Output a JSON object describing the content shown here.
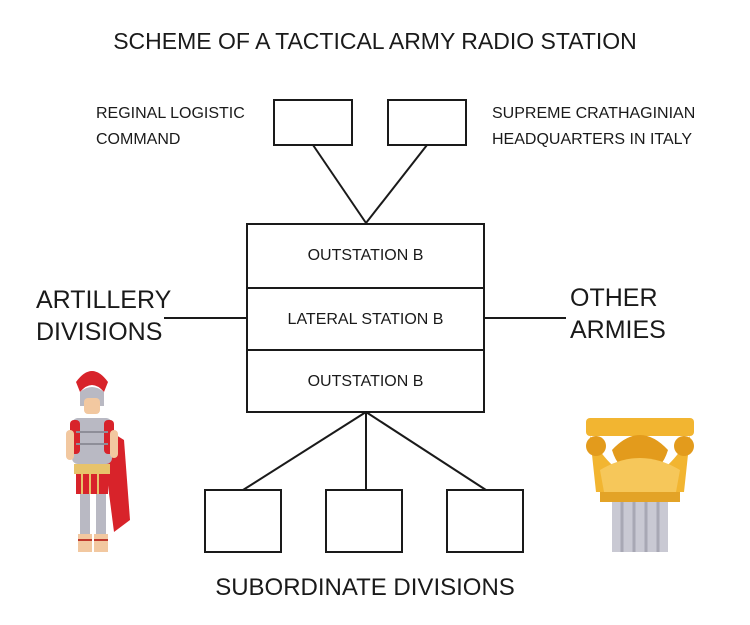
{
  "title": "SCHEME OF A TACTICAL ARMY RADIO STATION",
  "top_left_label": [
    "REGINAL LOGISTIC",
    "COMMAND"
  ],
  "top_right_label": [
    "SUPREME CRATHAGINIAN",
    "HEADQUARTERS IN ITALY"
  ],
  "left_label": [
    "ARTILLERY",
    "DIVISIONS"
  ],
  "right_label": [
    "OTHER",
    "ARMIES"
  ],
  "station_cells": [
    "OUTSTATION B",
    "LATERAL STATION B",
    "OUTSTATION B"
  ],
  "bottom_label": "SUBORDINATE DIVISIONS",
  "colors": {
    "line": "#1a1a1a",
    "cape": "#d8232a",
    "armor": "#b9b9c3",
    "gold": "#f2b531",
    "column": "#c9c9d3"
  }
}
